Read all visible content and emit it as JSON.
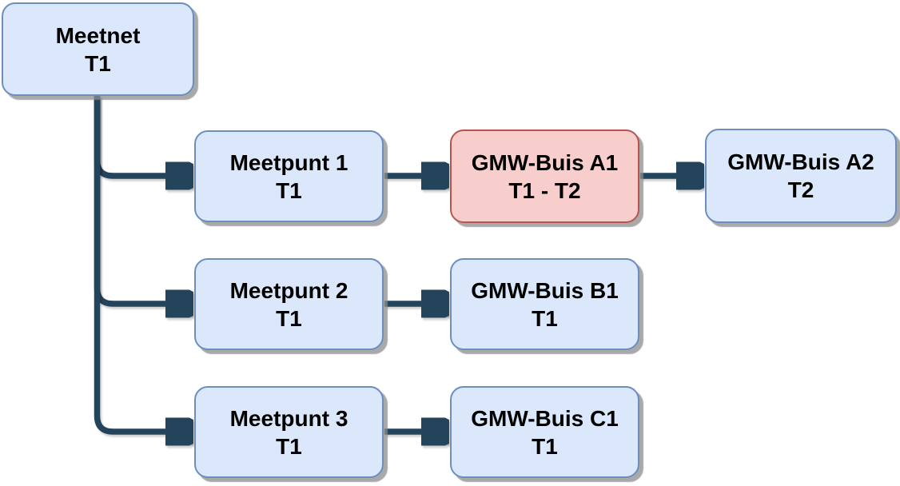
{
  "diagram": {
    "background_color": "#ffffff",
    "connector_color": "#23445a",
    "colors": {
      "blue_fill": "#dbe8fc",
      "blue_border": "#6c8ebf",
      "red_fill": "#f8cecc",
      "red_border": "#b85450",
      "text": "#000000",
      "shadow": "#8c8c8c"
    },
    "nodes": [
      {
        "id": "meetnet",
        "title": "Meetnet",
        "subtitle": "T1",
        "variant": "blue"
      },
      {
        "id": "meetpunt-1",
        "title": "Meetpunt 1",
        "subtitle": "T1",
        "variant": "blue"
      },
      {
        "id": "gmw-buis-a1",
        "title": "GMW-Buis A1",
        "subtitle": "T1 - T2",
        "variant": "red"
      },
      {
        "id": "gmw-buis-a2",
        "title": "GMW-Buis A2",
        "subtitle": "T2",
        "variant": "blue"
      },
      {
        "id": "meetpunt-2",
        "title": "Meetpunt 2",
        "subtitle": "T1",
        "variant": "blue"
      },
      {
        "id": "gmw-buis-b1",
        "title": "GMW-Buis B1",
        "subtitle": "T1",
        "variant": "blue"
      },
      {
        "id": "meetpunt-3",
        "title": "Meetpunt 3",
        "subtitle": "T1",
        "variant": "blue"
      },
      {
        "id": "gmw-buis-c1",
        "title": "GMW-Buis C1",
        "subtitle": "T1",
        "variant": "blue"
      }
    ],
    "edges": [
      {
        "from": "meetnet",
        "to": "meetpunt-1"
      },
      {
        "from": "meetnet",
        "to": "meetpunt-2"
      },
      {
        "from": "meetnet",
        "to": "meetpunt-3"
      },
      {
        "from": "meetpunt-1",
        "to": "gmw-buis-a1"
      },
      {
        "from": "gmw-buis-a1",
        "to": "gmw-buis-a2"
      },
      {
        "from": "meetpunt-2",
        "to": "gmw-buis-b1"
      },
      {
        "from": "meetpunt-3",
        "to": "gmw-buis-c1"
      }
    ]
  }
}
